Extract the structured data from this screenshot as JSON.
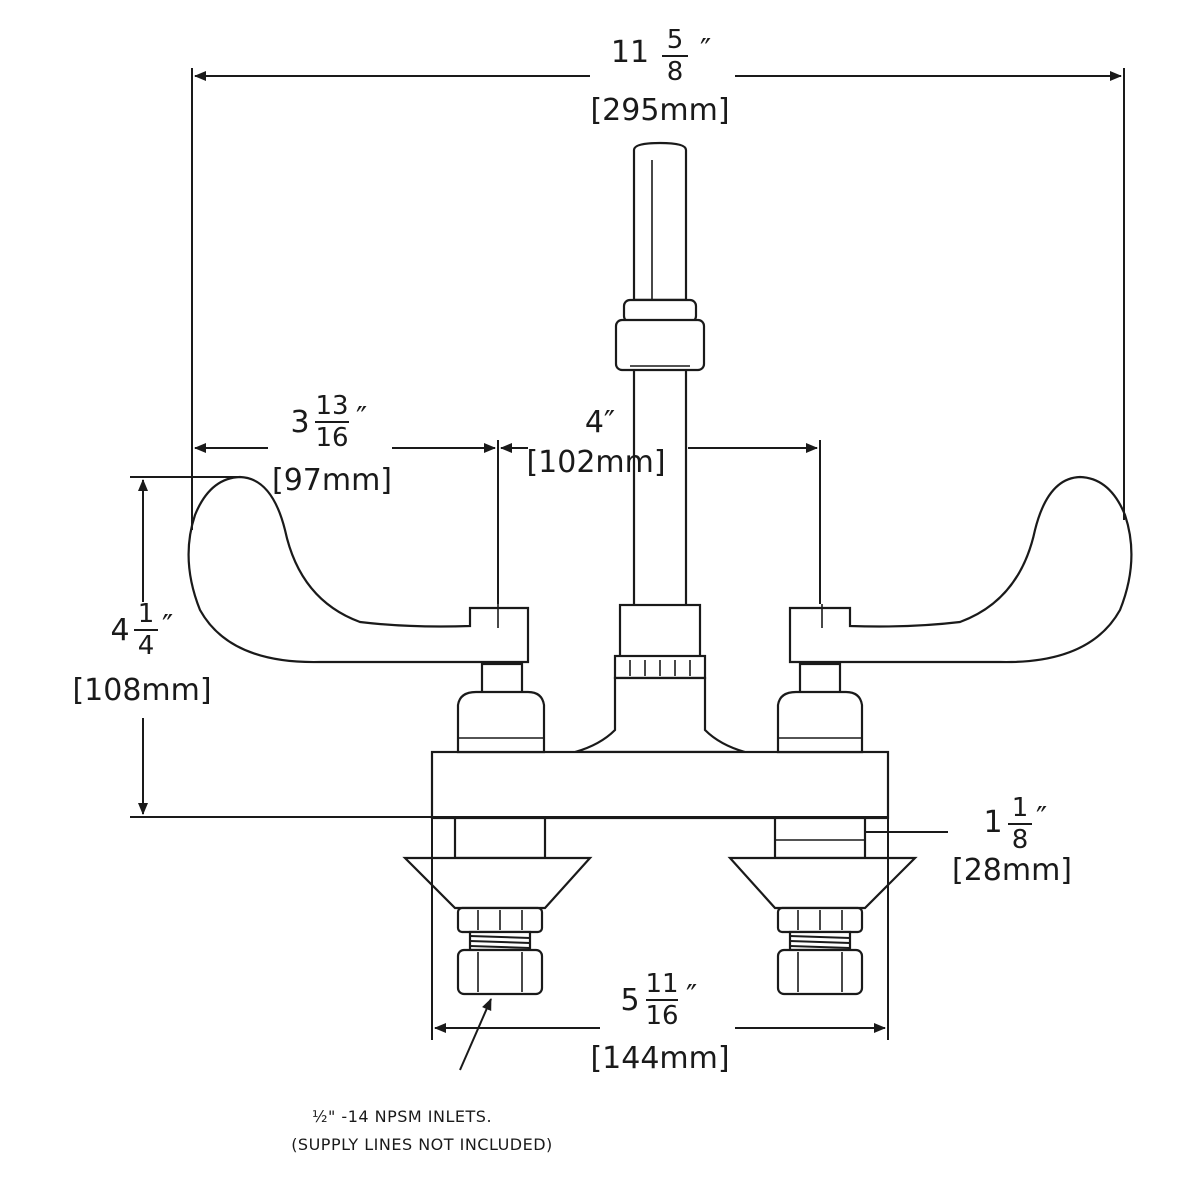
{
  "dimensions": {
    "overall_width": {
      "whole": "11",
      "num": "5",
      "den": "8",
      "inch": "″",
      "metric": "[295mm]"
    },
    "handle_reach": {
      "whole": "3",
      "num": "13",
      "den": "16",
      "inch": "″",
      "metric": "[97mm]"
    },
    "centers": {
      "text": "4″",
      "metric": "[102mm]"
    },
    "height": {
      "whole": "4",
      "num": "1",
      "den": "4",
      "inch": "″",
      "metric": "[108mm]"
    },
    "shank": {
      "whole": "1",
      "num": "1",
      "den": "8",
      "inch": "″",
      "metric": "[28mm]"
    },
    "base_width": {
      "whole": "5",
      "num": "11",
      "den": "16",
      "inch": "″",
      "metric": "[144mm]"
    }
  },
  "note": {
    "line1": "½\" -14 NPSM INLETS.",
    "line2": "(SUPPLY LINES NOT INCLUDED)"
  }
}
